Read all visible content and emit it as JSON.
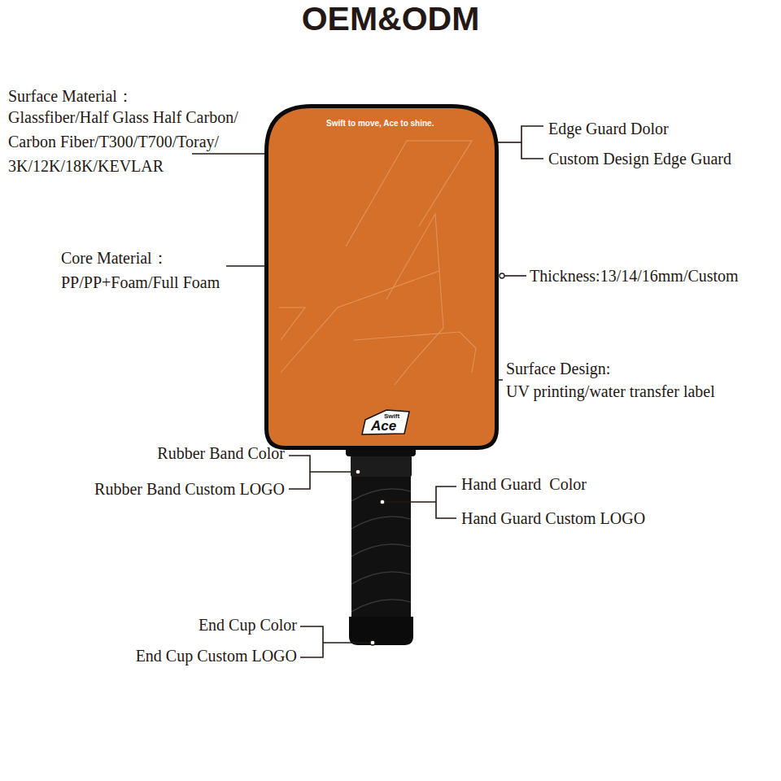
{
  "diagram": {
    "title": "OEM&ODM",
    "nodes": [
      {
        "text": [
          "Swift to move, Ace to shine.",
          "Swift",
          "Ace"
        ]
      }
    ],
    "labels": [
      "Surface Material：",
      "Glassfiber/Half Glass Half Carbon/ Carbon Fiber/T300/T700/Toray/ 3K/12K/18K/KEVLAR",
      "Edge Guard Dolor",
      "Custom Design Edge Guard",
      "Core Material：",
      "PP/PP+Foam/Full Foam",
      "Thickness:13/14/16mm/Custom",
      "Surface Design:",
      "UV printing/water transfer label",
      "Rubber Band Color",
      "Rubber Band Custom LOGO",
      "Hand Guard  Color",
      "Hand Guard Custom LOGO",
      "End Cup Color",
      "End Cup Custom LOGO"
    ]
  }
}
